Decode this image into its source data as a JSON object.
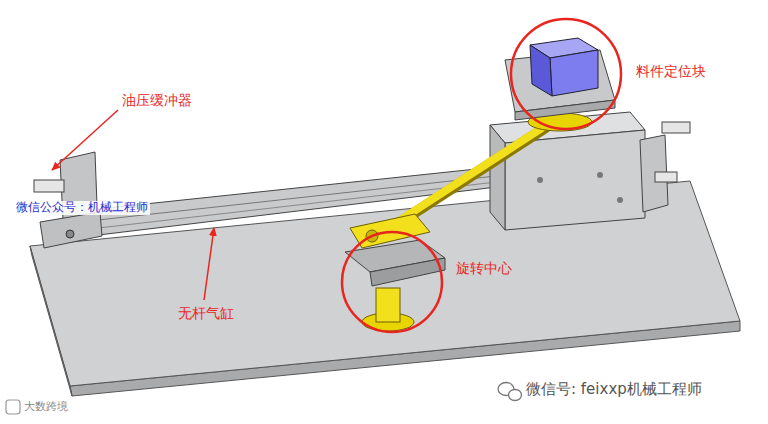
{
  "diagram": {
    "labels": [
      "油压缓冲器",
      "微信公众号：机械工程师",
      "料件定位块",
      "旋转中心",
      "无杆气缸",
      "微信号: feixxp机械工程师",
      "大数跨境"
    ]
  }
}
